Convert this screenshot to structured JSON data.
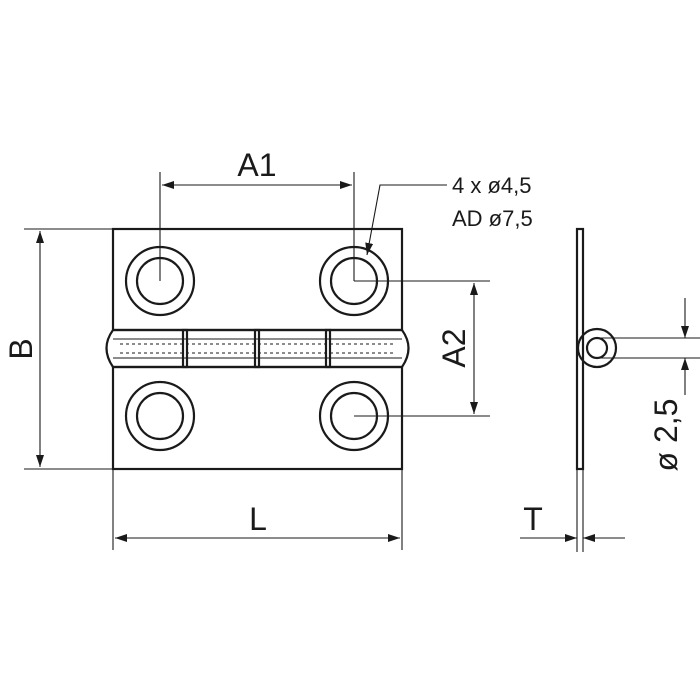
{
  "dimensions": {
    "a1": "A1",
    "a2": "A2",
    "b": "B",
    "l": "L",
    "t": "T",
    "pin": "ø 2,5"
  },
  "note": {
    "holes": "4 x ø4,5",
    "countersink": "AD ø7,5"
  }
}
